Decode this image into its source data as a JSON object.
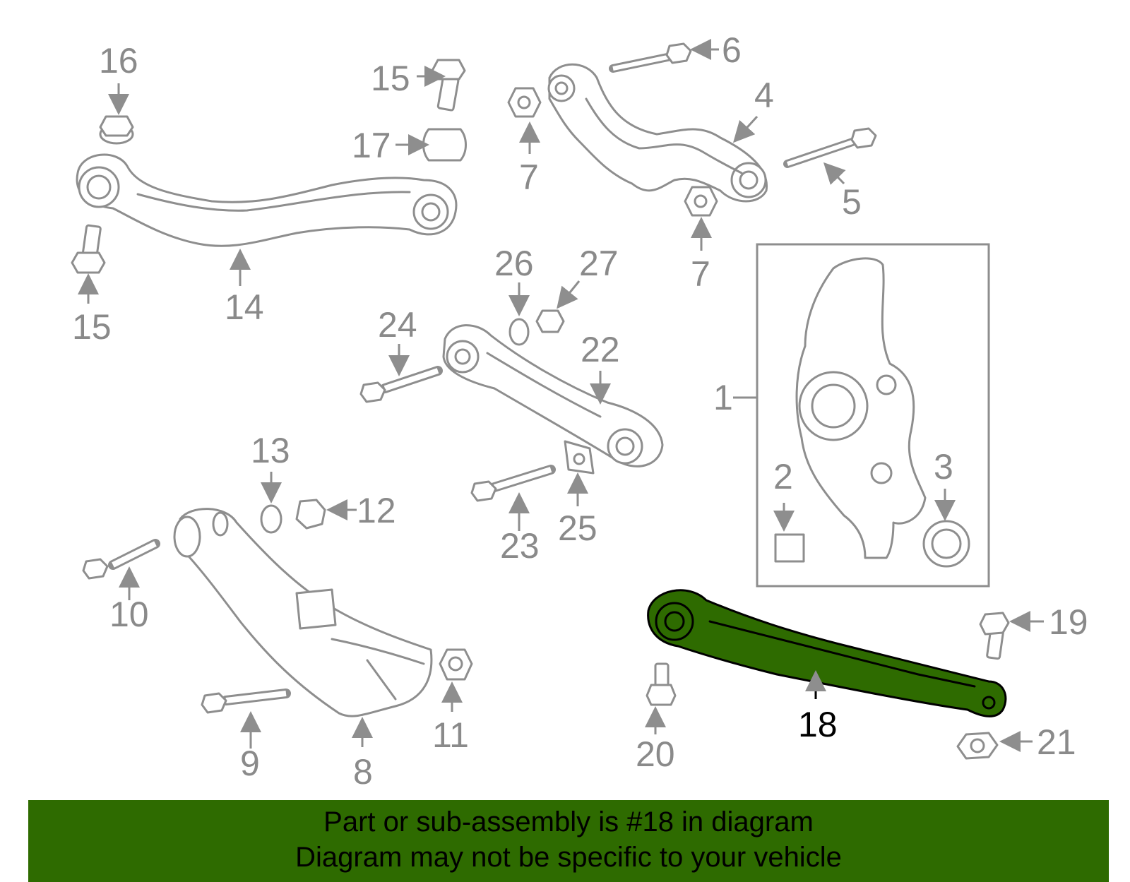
{
  "diagram": {
    "callouts": [
      {
        "id": "c1",
        "label": "1"
      },
      {
        "id": "c2",
        "label": "2"
      },
      {
        "id": "c3",
        "label": "3"
      },
      {
        "id": "c4",
        "label": "4"
      },
      {
        "id": "c5",
        "label": "5"
      },
      {
        "id": "c6",
        "label": "6"
      },
      {
        "id": "c7a",
        "label": "7"
      },
      {
        "id": "c7b",
        "label": "7"
      },
      {
        "id": "c8",
        "label": "8"
      },
      {
        "id": "c9",
        "label": "9"
      },
      {
        "id": "c10",
        "label": "10"
      },
      {
        "id": "c11",
        "label": "11"
      },
      {
        "id": "c12",
        "label": "12"
      },
      {
        "id": "c13",
        "label": "13"
      },
      {
        "id": "c14",
        "label": "14"
      },
      {
        "id": "c15a",
        "label": "15"
      },
      {
        "id": "c15b",
        "label": "15"
      },
      {
        "id": "c16",
        "label": "16"
      },
      {
        "id": "c17",
        "label": "17"
      },
      {
        "id": "c18",
        "label": "18",
        "highlighted": true
      },
      {
        "id": "c19",
        "label": "19"
      },
      {
        "id": "c20",
        "label": "20"
      },
      {
        "id": "c21",
        "label": "21"
      },
      {
        "id": "c22",
        "label": "22"
      },
      {
        "id": "c23",
        "label": "23"
      },
      {
        "id": "c24",
        "label": "24"
      },
      {
        "id": "c25",
        "label": "25"
      },
      {
        "id": "c26",
        "label": "26"
      },
      {
        "id": "c27",
        "label": "27"
      }
    ],
    "highlight_color": "#2e6b00",
    "line_color": "#8e8e8e"
  },
  "banner": {
    "line1": "Part or sub-assembly is #18 in diagram",
    "line2": "Diagram may not be specific to your vehicle"
  }
}
